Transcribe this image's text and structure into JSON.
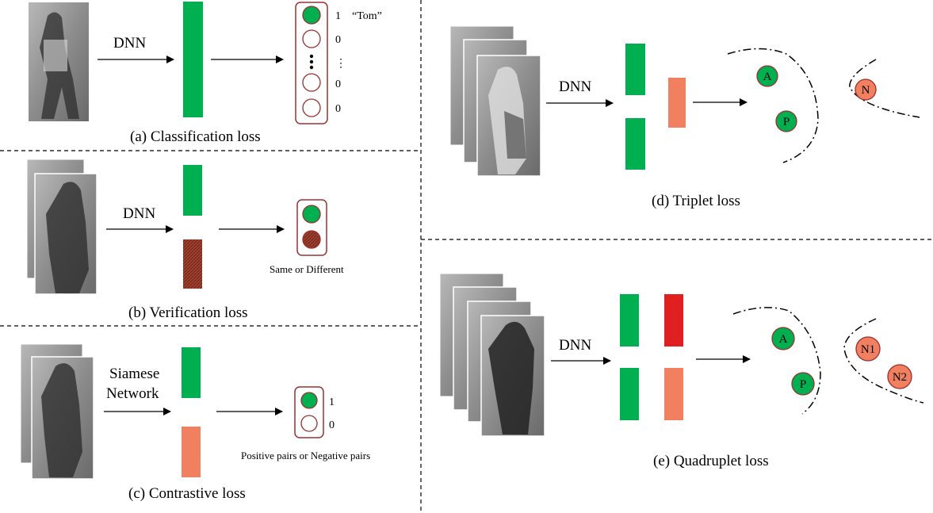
{
  "panels": {
    "a": {
      "caption": "(a) Classification loss",
      "network": "DNN",
      "outputs": [
        {
          "value": "1",
          "name": "“Tom”"
        },
        {
          "value": "0"
        },
        {
          "value": "⋮"
        },
        {
          "value": "0"
        },
        {
          "value": "0"
        }
      ]
    },
    "b": {
      "caption": "(b) Verification loss",
      "network": "DNN",
      "output_label": "Same or Different"
    },
    "c": {
      "caption": "(c) Contrastive loss",
      "network_line1": "Siamese",
      "network_line2": "Network",
      "outputs": [
        {
          "value": "1"
        },
        {
          "value": "0"
        }
      ],
      "output_label": "Positive pairs or Negative pairs"
    },
    "d": {
      "caption": "(d) Triplet loss",
      "network": "DNN",
      "nodes": {
        "anchor": "A",
        "positive": "P",
        "negative": "N"
      }
    },
    "e": {
      "caption": "(e) Quadruplet loss",
      "network": "DNN",
      "nodes": {
        "anchor": "A",
        "positive": "P",
        "negative1": "N1",
        "negative2": "N2"
      }
    }
  },
  "colors": {
    "green": "#00b050",
    "salmon": "#f08060",
    "red": "#e02020",
    "brown": "#a04030",
    "frame": "#9a3030",
    "photo": "#8a8a8a"
  }
}
